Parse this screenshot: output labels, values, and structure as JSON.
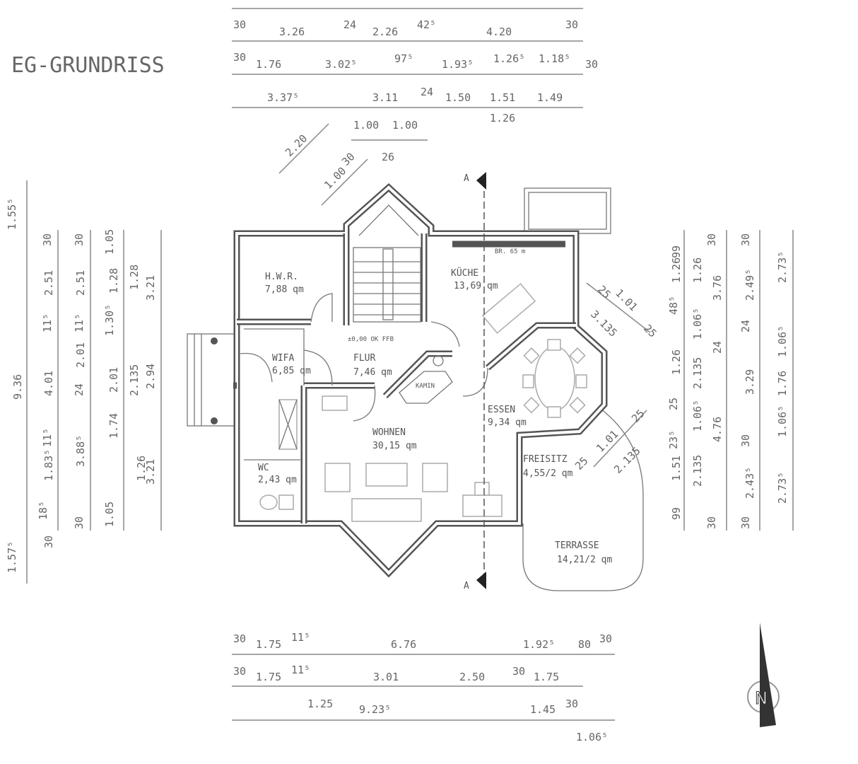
{
  "title": "EG-GRUNDRISS",
  "rooms": {
    "hwr": {
      "name": "H.W.R.",
      "area": "7,88 qm"
    },
    "wifa": {
      "name": "WIFA",
      "area": "6,85 qm"
    },
    "flur": {
      "name": "FLUR",
      "area": "7,46 qm"
    },
    "kueche": {
      "name": "KÜCHE",
      "area": "13,69 qm"
    },
    "essen": {
      "name": "ESSEN",
      "area": "9,34 qm"
    },
    "wohnen": {
      "name": "WOHNEN",
      "area": "30,15 qm"
    },
    "freisitz": {
      "name": "FREISITZ",
      "area": "4,55/2 qm"
    },
    "terrasse": {
      "name": "TERRASSE",
      "area": "14,21/2 qm"
    },
    "wc": {
      "name": "WC",
      "area": "2,43 qm"
    }
  },
  "annotations": {
    "level": "±0,00 OK FFB",
    "kamin": "KAMIN",
    "br": "BR. 65 m",
    "section_a": "A",
    "north": "N"
  },
  "dims": {
    "top1": [
      "30",
      "3.26",
      "24",
      "2.26",
      "42⁵",
      "4.20",
      "30"
    ],
    "top2": [
      "30",
      "1.76",
      "3.02⁵",
      "97⁵",
      "1.93⁵",
      "1.26⁵",
      "1.18⁵",
      "30"
    ],
    "top3": [
      "3.37⁵",
      "3.11",
      "24",
      "1.50",
      "1.51",
      "1.49",
      "1.26"
    ],
    "top_small": [
      "1.00",
      "1.00",
      "26",
      "2.20",
      "1.00",
      "30"
    ],
    "bottom1": [
      "30",
      "1.75",
      "11⁵",
      "6.76",
      "1.92⁵",
      "80",
      "30"
    ],
    "bottom2": [
      "30",
      "1.75",
      "11⁵",
      "3.01",
      "2.50",
      "30",
      "1.75"
    ],
    "bottom3": [
      "1.25",
      "9.23⁵",
      "1.45",
      "30",
      "1.06⁵"
    ],
    "left1": [
      "1.55⁵",
      "9.36",
      "1.57⁵"
    ],
    "left2": [
      "30",
      "2.51",
      "11⁵",
      "4.01",
      "11⁵",
      "1.83⁵",
      "18⁵",
      "30"
    ],
    "left3": [
      "30",
      "2.51",
      "11⁵",
      "2.01",
      "24",
      "3.88⁵",
      "30"
    ],
    "left4": [
      "1.05",
      "1.28",
      "1.30⁵",
      "2.01",
      "1.74",
      "1.05"
    ],
    "left5": [
      "3.21",
      "2.94",
      "3.21",
      "1.28",
      "2.135",
      "1.26"
    ],
    "right1": [
      "99",
      "1.26",
      "48⁵",
      "1.26",
      "25",
      "23⁵",
      "1.51",
      "99"
    ],
    "right2": [
      "30",
      "1.26",
      "3.76",
      "1.06⁵",
      "24",
      "2.135",
      "1.06⁵",
      "4.76",
      "2.135",
      "30"
    ],
    "right3": [
      "30",
      "2.49⁵",
      "24",
      "3.29",
      "30",
      "2.43⁵",
      "30"
    ],
    "right4": [
      "2.73⁵",
      "1.06⁵",
      "1.76",
      "1.06⁵",
      "2.73⁵"
    ],
    "diag": [
      "25",
      "1.01",
      "3.135",
      "25",
      "1.01",
      "2.135",
      "25",
      "25"
    ]
  }
}
